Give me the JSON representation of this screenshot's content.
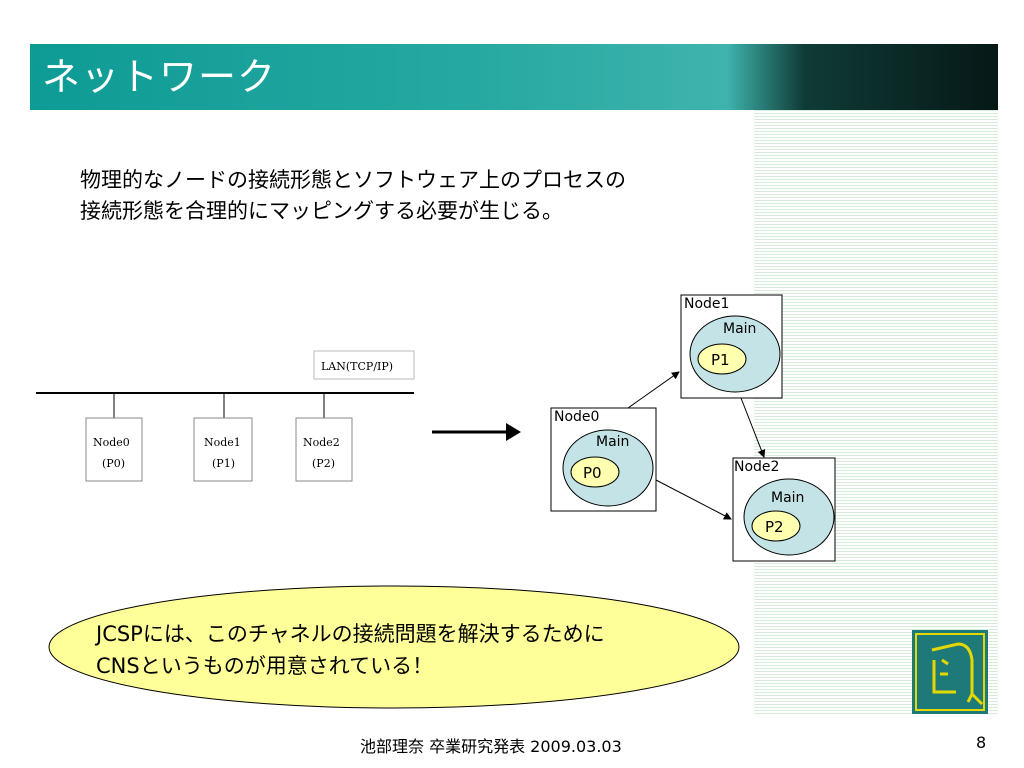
{
  "slide": {
    "title": "ネットワーク",
    "body_lines": [
      "物理的なノードの接続形態とソフトウェア上のプロセスの",
      "接続形態を合理的にマッピングする必要が生じる。"
    ],
    "physical": {
      "lan_label": "LAN(TCP/IP)",
      "nodes": [
        {
          "name": "Node0",
          "proc": "(P0)"
        },
        {
          "name": "Node1",
          "proc": "(P1)"
        },
        {
          "name": "Node2",
          "proc": "(P2)"
        }
      ]
    },
    "logical": {
      "nodes": [
        {
          "name": "Node0",
          "main": "Main",
          "proc": "P0"
        },
        {
          "name": "Node1",
          "main": "Main",
          "proc": "P1"
        },
        {
          "name": "Node2",
          "main": "Main",
          "proc": "P2"
        }
      ]
    },
    "callout_lines": [
      "JCSPには、このチャネルの接続問題を解決するために",
      "CNSというものが用意されている！"
    ],
    "footer": "池部理奈 卒業研究発表 2009.03.03",
    "page_number": "8",
    "colors": {
      "title_bar": "#0e9b95",
      "main_circle": "#c3e3e6",
      "process_ellipse": "#ffffb0",
      "callout": "#ffff99",
      "logo_bg": "#1e7a78",
      "logo_fg": "#e4d800"
    }
  }
}
